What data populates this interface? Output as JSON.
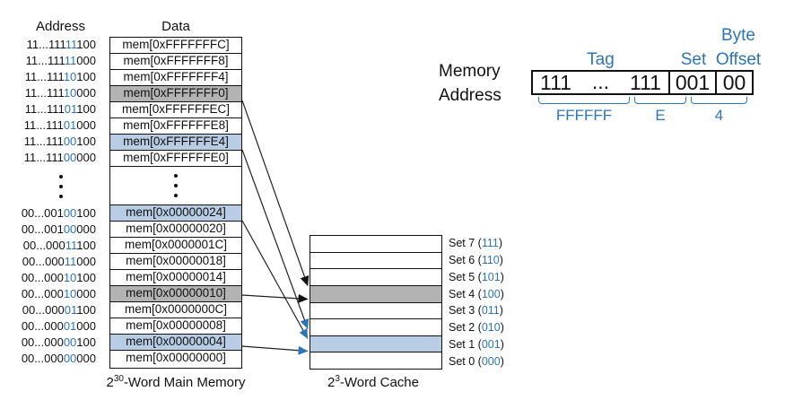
{
  "headers": {
    "address": "Address",
    "data": "Data"
  },
  "memory": {
    "caption_base": "2",
    "caption_exp": "30",
    "caption_rest": "-Word Main Memory",
    "top_rows": [
      {
        "addr_prefix": "11...111",
        "addr_blue": "11",
        "addr_suffix": "100",
        "data": "mem[0xFFFFFFFC]",
        "hl": "none"
      },
      {
        "addr_prefix": "11...111",
        "addr_blue": "11",
        "addr_suffix": "000",
        "data": "mem[0xFFFFFFF8]",
        "hl": "none"
      },
      {
        "addr_prefix": "11...111",
        "addr_blue": "10",
        "addr_suffix": "100",
        "data": "mem[0xFFFFFFF4]",
        "hl": "none"
      },
      {
        "addr_prefix": "11...111",
        "addr_blue": "10",
        "addr_suffix": "000",
        "data": "mem[0xFFFFFFF0]",
        "hl": "gray"
      },
      {
        "addr_prefix": "11...111",
        "addr_blue": "01",
        "addr_suffix": "100",
        "data": "mem[0xFFFFFFEC]",
        "hl": "none"
      },
      {
        "addr_prefix": "11...111",
        "addr_blue": "01",
        "addr_suffix": "000",
        "data": "mem[0xFFFFFFE8]",
        "hl": "none"
      },
      {
        "addr_prefix": "11...111",
        "addr_blue": "00",
        "addr_suffix": "100",
        "data": "mem[0xFFFFFFE4]",
        "hl": "blue"
      },
      {
        "addr_prefix": "11...111",
        "addr_blue": "00",
        "addr_suffix": "000",
        "data": "mem[0xFFFFFFE0]",
        "hl": "none"
      }
    ],
    "bottom_rows": [
      {
        "addr_prefix": "00...001",
        "addr_blue": "00",
        "addr_suffix": "100",
        "data": "mem[0x00000024]",
        "hl": "blue"
      },
      {
        "addr_prefix": "00...001",
        "addr_blue": "00",
        "addr_suffix": "000",
        "data": "mem[0x00000020]",
        "hl": "none"
      },
      {
        "addr_prefix": "00...000",
        "addr_blue": "11",
        "addr_suffix": "100",
        "data": "mem[0x0000001C]",
        "hl": "none"
      },
      {
        "addr_prefix": "00...000",
        "addr_blue": "11",
        "addr_suffix": "000",
        "data": "mem[0x00000018]",
        "hl": "none"
      },
      {
        "addr_prefix": "00...000",
        "addr_blue": "10",
        "addr_suffix": "100",
        "data": "mem[0x00000014]",
        "hl": "none"
      },
      {
        "addr_prefix": "00...000",
        "addr_blue": "10",
        "addr_suffix": "000",
        "data": "mem[0x00000010]",
        "hl": "gray"
      },
      {
        "addr_prefix": "00...000",
        "addr_blue": "01",
        "addr_suffix": "100",
        "data": "mem[0x0000000C]",
        "hl": "none"
      },
      {
        "addr_prefix": "00...000",
        "addr_blue": "01",
        "addr_suffix": "000",
        "data": "mem[0x00000008]",
        "hl": "none"
      },
      {
        "addr_prefix": "00...000",
        "addr_blue": "00",
        "addr_suffix": "100",
        "data": "mem[0x00000004]",
        "hl": "blue"
      },
      {
        "addr_prefix": "00...000",
        "addr_blue": "00",
        "addr_suffix": "000",
        "data": "mem[0x00000000]",
        "hl": "none"
      }
    ]
  },
  "cache": {
    "caption_base": "2",
    "caption_exp": "3",
    "caption_rest": "-Word Cache",
    "sets": [
      {
        "label": "Set 7",
        "binary": "111",
        "hl": "none"
      },
      {
        "label": "Set 6",
        "binary": "110",
        "hl": "none"
      },
      {
        "label": "Set 5",
        "binary": "101",
        "hl": "none"
      },
      {
        "label": "Set 4",
        "binary": "100",
        "hl": "gray"
      },
      {
        "label": "Set 3",
        "binary": "011",
        "hl": "none"
      },
      {
        "label": "Set 2",
        "binary": "010",
        "hl": "none"
      },
      {
        "label": "Set 1",
        "binary": "001",
        "hl": "blue"
      },
      {
        "label": "Set 0",
        "binary": "000",
        "hl": "none"
      }
    ]
  },
  "address_breakdown": {
    "label_line1": "Memory",
    "label_line2": "Address",
    "byte_label": "Byte",
    "tag_label": "Tag",
    "set_label": "Set",
    "offset_label": "Offset",
    "tag_value_left": "111",
    "tag_value_ellipsis": "...",
    "tag_value_right": "111",
    "set_value": "001",
    "offset_value": "00",
    "hex_groups": [
      "FFFFFF",
      "E",
      "4"
    ]
  },
  "arrows": [
    {
      "from": "mem[0xFFFFFFF0]",
      "to": "Set 4",
      "color": "black"
    },
    {
      "from": "mem[0x00000010]",
      "to": "Set 4",
      "color": "black"
    },
    {
      "from": "mem[0xFFFFFFE4]",
      "to": "Set 1",
      "color": "blue"
    },
    {
      "from": "mem[0x00000024]",
      "to": "Set 1",
      "color": "blue"
    },
    {
      "from": "mem[0x00000004]",
      "to": "Set 1",
      "color": "blue"
    }
  ],
  "colors": {
    "accent_blue": "#2E75B6",
    "row_blue": "#B8CCE4",
    "row_gray": "#B3B3B3"
  }
}
